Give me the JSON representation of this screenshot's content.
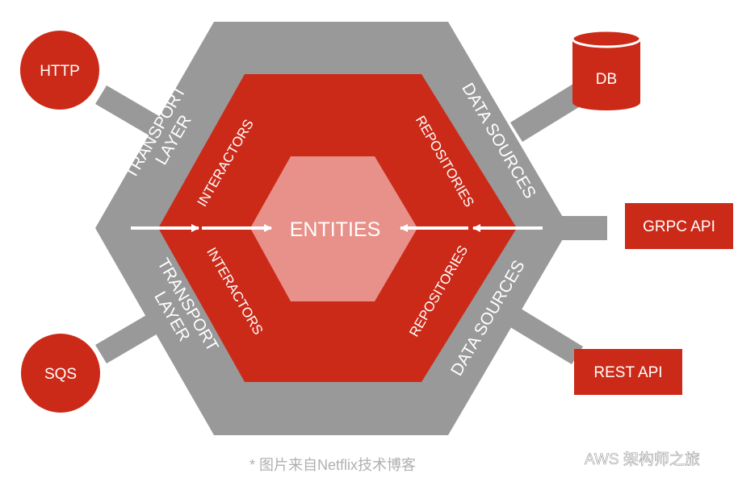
{
  "diagram": {
    "layers": {
      "transport_top": [
        "TRANSPORT",
        "LAYER"
      ],
      "transport_bottom": [
        "TRANSPORT",
        "LAYER"
      ],
      "data_sources_top": "DATA SOURCES",
      "data_sources_bottom": "DATA SOURCES",
      "interactors_top": "INTERACTORS",
      "interactors_bottom": "INTERACTORS",
      "repositories_top": "REPOSITORIES",
      "repositories_bottom": "REPOSITORIES",
      "core": "ENTITIES"
    },
    "external_nodes": {
      "http": "HTTP",
      "sqs": "SQS",
      "db": "DB",
      "grpc": "GRPC API",
      "rest": "REST API"
    }
  },
  "caption": "* 图片来自Netflix技术博客",
  "watermark": "AWS 架构师之旅",
  "colors": {
    "outer_hex": "#999999",
    "middle_hex": "#cc2a18",
    "core_hex": "#e8918a",
    "external_node": "#cc2a18",
    "arrow": "#ffffff",
    "label_text": "#ffffff",
    "caption_text": "#b0b0b0",
    "watermark_text": "#ffffff"
  },
  "icons": {
    "watermark_logo": "wechat-icon"
  }
}
